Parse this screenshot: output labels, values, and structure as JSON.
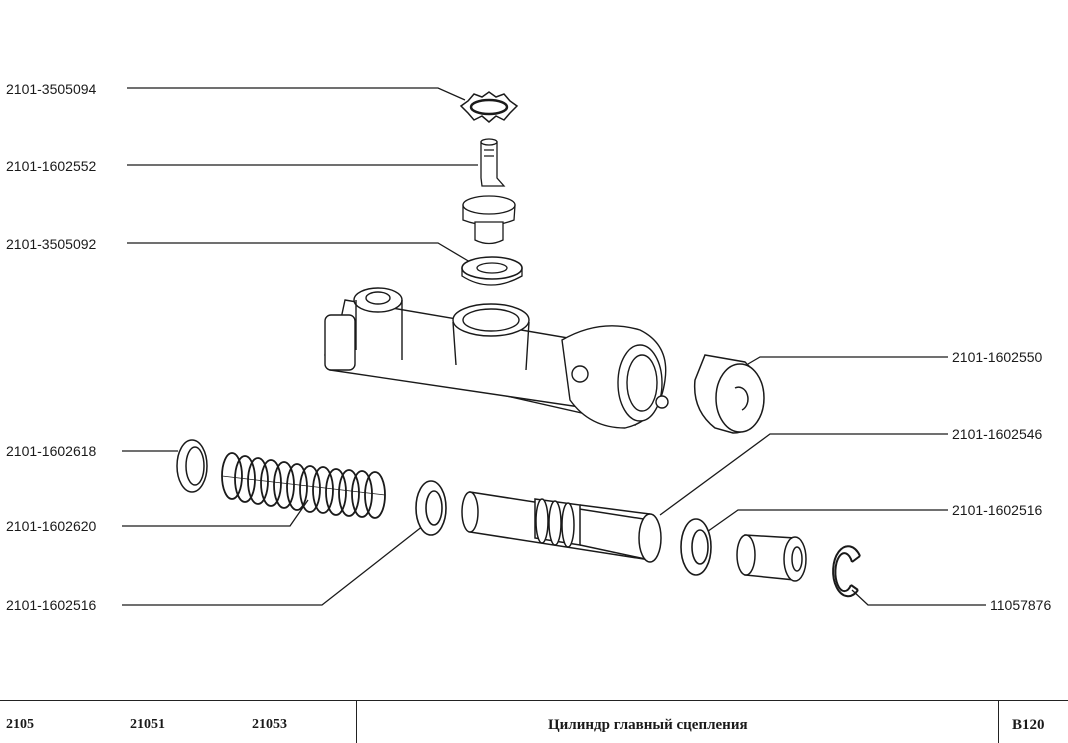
{
  "callouts": {
    "lock_washer": "2101-3505094",
    "fitting": "2101-1602552",
    "fitting_gasket": "2101-3505092",
    "reservoir_cap": "2101-1602550",
    "spring_seat": "2101-1602618",
    "piston": "2101-1602546",
    "piston_seal": "2101-1602516",
    "return_spring": "2101-1602620",
    "front_seal": "2101-1602516",
    "retaining_ring": "11057876"
  },
  "footer": {
    "model_1": "2105",
    "model_2": "21051",
    "model_3": "21053",
    "title": "Цилиндр главный сцепления",
    "page_code": "B120"
  }
}
